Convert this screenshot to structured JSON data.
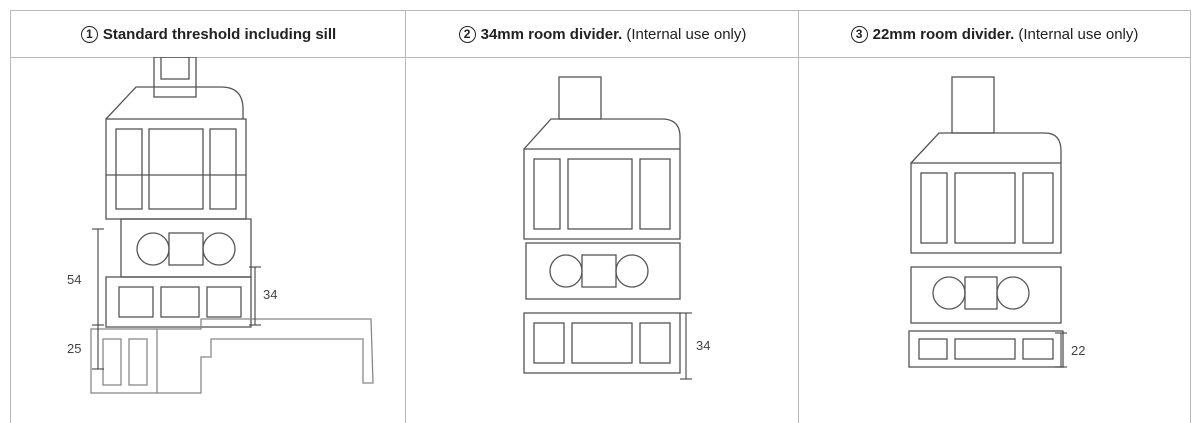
{
  "columns": [
    {
      "number": "1",
      "title_bold": "Standard threshold including sill",
      "title_normal": "",
      "dimensions": [
        "54",
        "25",
        "34"
      ]
    },
    {
      "number": "2",
      "title_bold": "34mm room divider.",
      "title_normal": "(Internal use only)",
      "dimensions": [
        "34"
      ]
    },
    {
      "number": "3",
      "title_bold": "22mm room divider.",
      "title_normal": "(Internal use only)",
      "dimensions": [
        "22"
      ]
    }
  ],
  "colors": {
    "border": "#b9b9b9",
    "line": "#555555",
    "text": "#222222"
  }
}
